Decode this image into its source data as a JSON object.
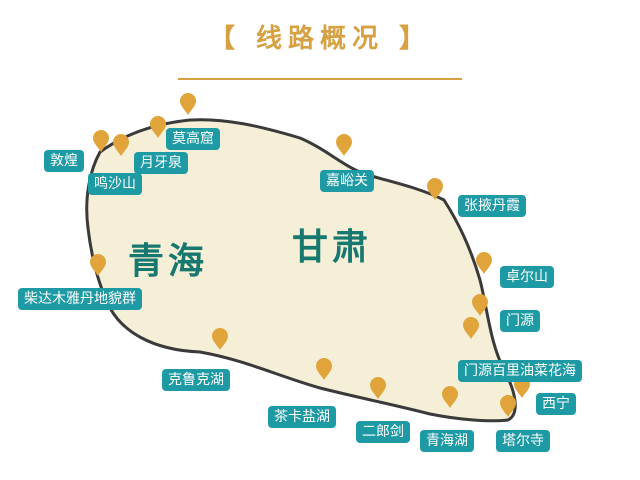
{
  "title": "【 线路概况 】",
  "regions": {
    "qinghai": "青海",
    "gansu": "甘肃"
  },
  "stops": [
    {
      "id": "dunhuang",
      "label": "敦煌"
    },
    {
      "id": "mingshashan",
      "label": "鸣沙山"
    },
    {
      "id": "yueyaquan",
      "label": "月牙泉"
    },
    {
      "id": "mogaoku",
      "label": "莫高窟"
    },
    {
      "id": "jiayuguan",
      "label": "嘉峪关"
    },
    {
      "id": "zhangye-danxia",
      "label": "张掖丹霞"
    },
    {
      "id": "zhuoershan",
      "label": "卓尔山"
    },
    {
      "id": "menyuan",
      "label": "门源"
    },
    {
      "id": "menyuan-rapeseed",
      "label": "门源百里油菜花海"
    },
    {
      "id": "xining",
      "label": "西宁"
    },
    {
      "id": "taersi",
      "label": "塔尔寺"
    },
    {
      "id": "qinghaihu",
      "label": "青海湖"
    },
    {
      "id": "erlangjian",
      "label": "二郎剑"
    },
    {
      "id": "chaka",
      "label": "茶卡盐湖"
    },
    {
      "id": "keluke",
      "label": "克鲁克湖"
    },
    {
      "id": "chaidamu",
      "label": "柴达木雅丹地貌群"
    }
  ],
  "colors": {
    "title": "#d7a041",
    "pin": "#e0a43a",
    "label_bg": "#1d9aa4",
    "land": "#f5efd7",
    "border": "#3a3a3a",
    "region_text": "#16786e"
  },
  "icons": {
    "pin": "map-pin-icon"
  }
}
